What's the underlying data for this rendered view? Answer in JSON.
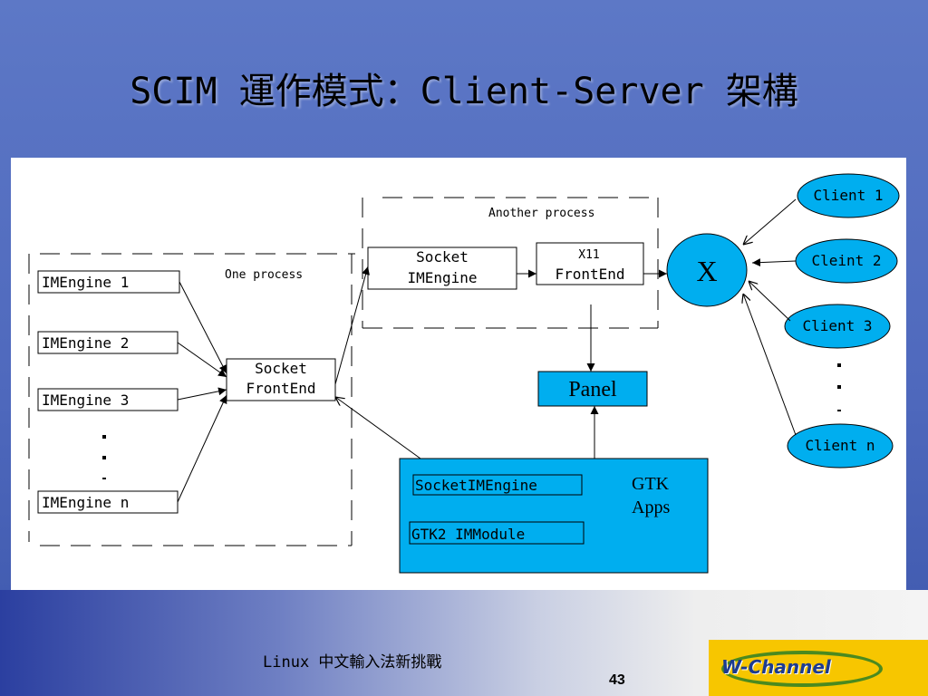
{
  "title": "SCIM 運作模式：Client-Server 架構",
  "diagram": {
    "one_process_label": "One process",
    "another_process_label": "Another process",
    "imengines": [
      "IMEngine 1",
      "IMEngine 2",
      "IMEngine 3",
      "IMEngine n"
    ],
    "socket_frontend": [
      "Socket",
      "FrontEnd"
    ],
    "socket_imengine": [
      "Socket",
      "IMEngine"
    ],
    "x11_frontend": [
      "X11",
      "FrontEnd"
    ],
    "x_server": "X",
    "clients": [
      "Client 1",
      "Cleint 2",
      "Client 3",
      "Client n"
    ],
    "panel": "Panel",
    "gtk_apps": {
      "socket_imengine": "SocketIMEngine",
      "gtk2_immodule": "GTK2 IMModule",
      "label_line1": "GTK",
      "label_line2": "Apps"
    },
    "colors": {
      "accent": "#00aeef"
    }
  },
  "footer": {
    "text": "Linux 中文輸入法新挑戰",
    "page_number": "43",
    "logo_text": "W-Channel"
  }
}
